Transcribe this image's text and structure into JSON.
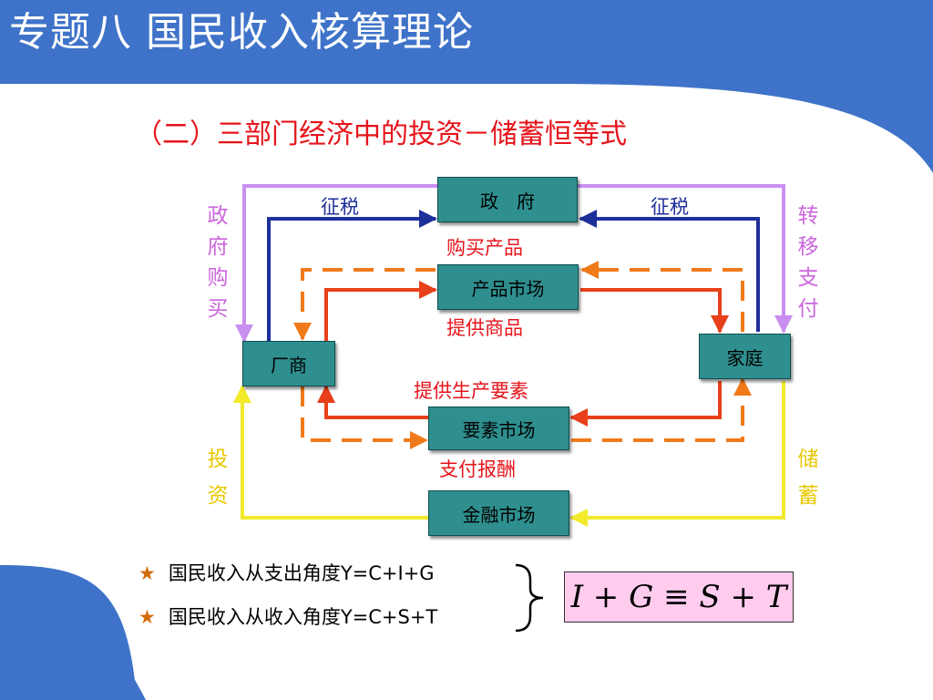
{
  "title": "专题八  国民收入核算理论",
  "subtitle": "（二）三部门经济中的投资－储蓄恒等式",
  "boxes": {
    "government": "政　府",
    "product_market": "产品市场",
    "firms": "厂商",
    "households": "家庭",
    "factor_market": "要素市场",
    "financial_market": "金融市场"
  },
  "labels": {
    "tax_left": "征税",
    "tax_right": "征税",
    "gov_purchase_products": "购买产品",
    "provide_goods": "提供商品",
    "provide_factors": "提供生产要素",
    "pay_rewards": "支付报酬",
    "gov_purchases": "政府购买",
    "transfer_payments": "转移支付",
    "investment": "投资",
    "savings": "储蓄"
  },
  "bullets": [
    "国民收入从支出角度Y=C+I+G",
    "国民收入从收入角度Y=C+S+T"
  ],
  "bullet_symbol": "★",
  "formula": "I + G ≡ S + T",
  "colors": {
    "background_blue": "#3f73c9",
    "title_text": "#ffffff",
    "accent_red": "#e6141b",
    "box_teal": "#2f8f8f",
    "tax_arrow": "#1f2f9a",
    "goods_arrow": "#e8401a",
    "money_arrow_dashed": "#f07a1a",
    "gov_arrow": "#c98ff0",
    "finance_arrow": "#f2ea2a",
    "formula_bg": "#ffccee"
  }
}
